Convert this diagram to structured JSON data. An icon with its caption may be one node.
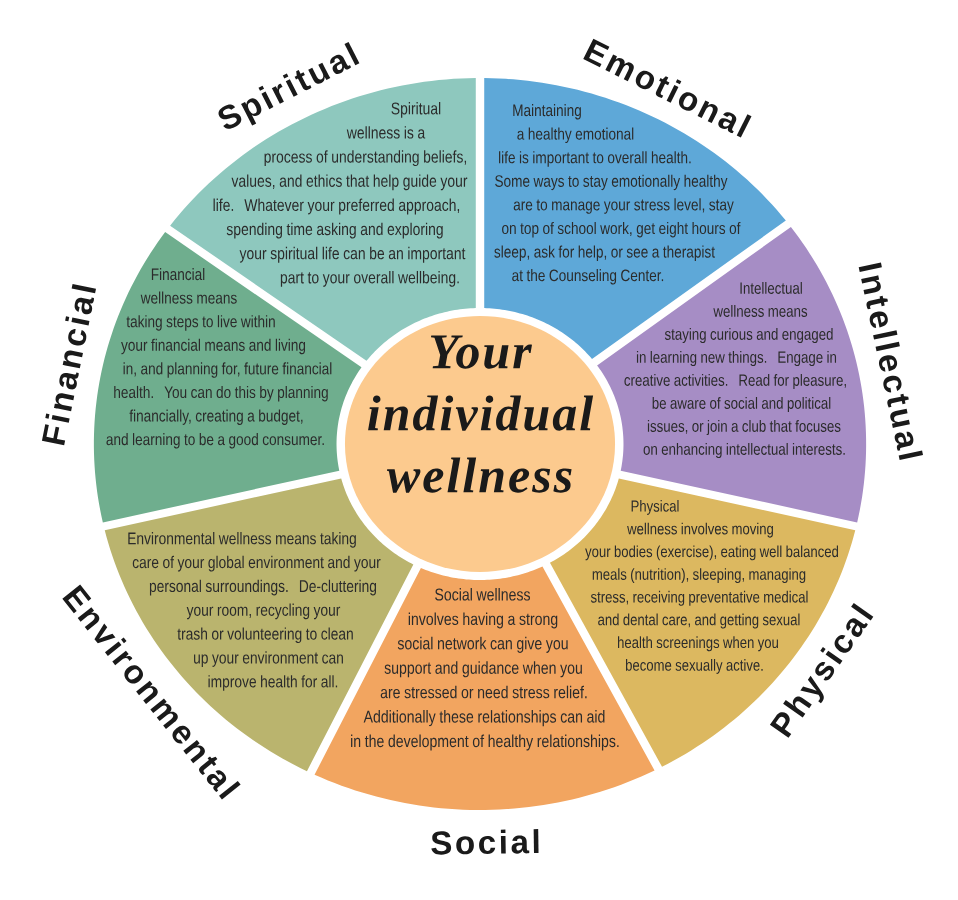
{
  "diagram": {
    "nodes": [
      {
        "text": [
          "Your individual wellness"
        ]
      },
      {
        "text": [
          "Spiritual",
          "Spiritual wellness is a process of understanding beliefs, values, and ethics that help guide your life. Whatever your preferred approach, spending time asking and exploring your spiritual life can be an important part to your overall wellbeing."
        ]
      },
      {
        "text": [
          "Emotional",
          "Maintaining a healthy emotional life is important to overall health. Some ways to stay emotionally healthy are to manage your stress level, stay on top of school work, get eight hours of sleep, ask for help, or see a therapist at the Counseling Center."
        ]
      },
      {
        "text": [
          "Intellectual",
          "Intellectual wellness means staying curious and engaged in learning new things. Engage in creative activities. Read for pleasure, be aware of social and political issues, or join a club that focuses on enhancing intellectual interests."
        ]
      },
      {
        "text": [
          "Physical",
          "Physical wellness involves moving your bodies (exercise), eating well balanced meals (nutrition), sleeping, managing stress, receiving preventative medical and dental care, and getting sexual health screenings when you become sexually active."
        ]
      },
      {
        "text": [
          "Social wellness involves having a strong social network can give you support and guidance when you are stressed or need stress relief. Additionally these relationships can aid in the development of healthy relationships.",
          "Social"
        ]
      },
      {
        "text": [
          "Environmental",
          "Environmental wellness means taking care of your global environment and your personal surroundings. De-cluttering your room, recycling your trash or volunteering to clean up your environment can improve health for all."
        ]
      },
      {
        "text": [
          "Financial",
          "Financial wellness means taking steps to live within your financial means and living in, and planning for, future financial health. You can do this by planning financially, creating a budget, and learning to be a good consumer."
        ]
      }
    ]
  }
}
